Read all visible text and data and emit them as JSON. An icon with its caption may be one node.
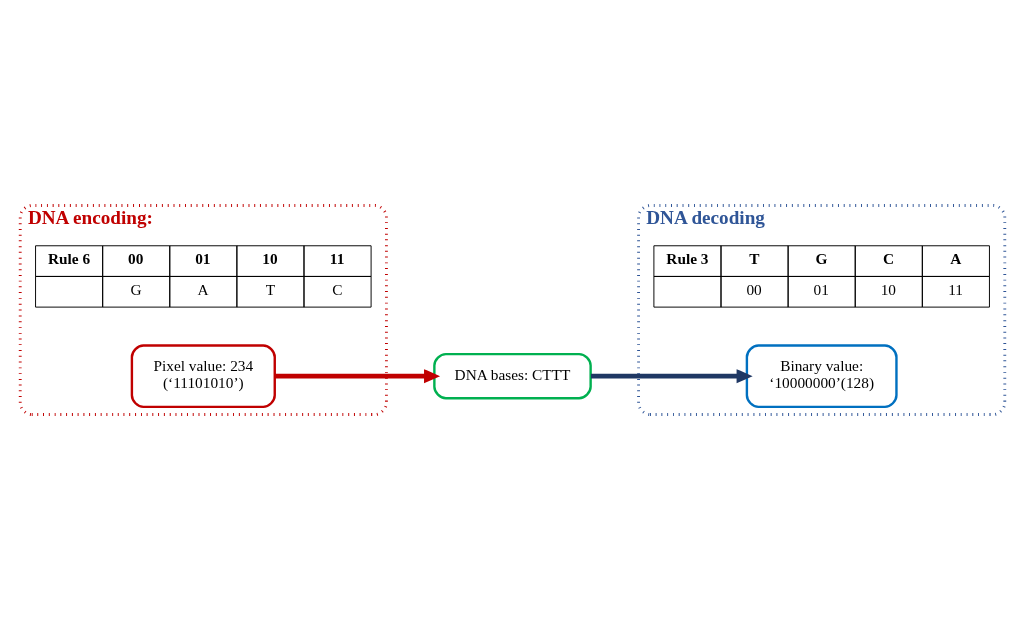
{
  "diagram": {
    "nodes": [
      {
        "text": [
          "DNA encoding:"
        ]
      },
      {
        "text": [
          "Pixel value: 234 (‘11101010’)"
        ],
        "in": 0
      },
      {
        "text": [
          "DNA bases: CTTT"
        ]
      },
      {
        "text": [
          "DNA decoding"
        ]
      },
      {
        "text": [
          "Binary value: ‘10000000’(128)"
        ],
        "in": 3
      }
    ],
    "edges": [
      {
        "from": 1,
        "to": 2,
        "arrow": "to",
        "color": "#c00000"
      },
      {
        "from": 2,
        "to": 4,
        "arrow": "to",
        "color": "#1f3864"
      }
    ],
    "labels": [
      "Rule 6",
      "00",
      "01",
      "10",
      "11",
      "G",
      "A",
      "T",
      "C",
      "Rule 3",
      "T",
      "G",
      "C",
      "A",
      "00",
      "01",
      "10",
      "11"
    ]
  }
}
